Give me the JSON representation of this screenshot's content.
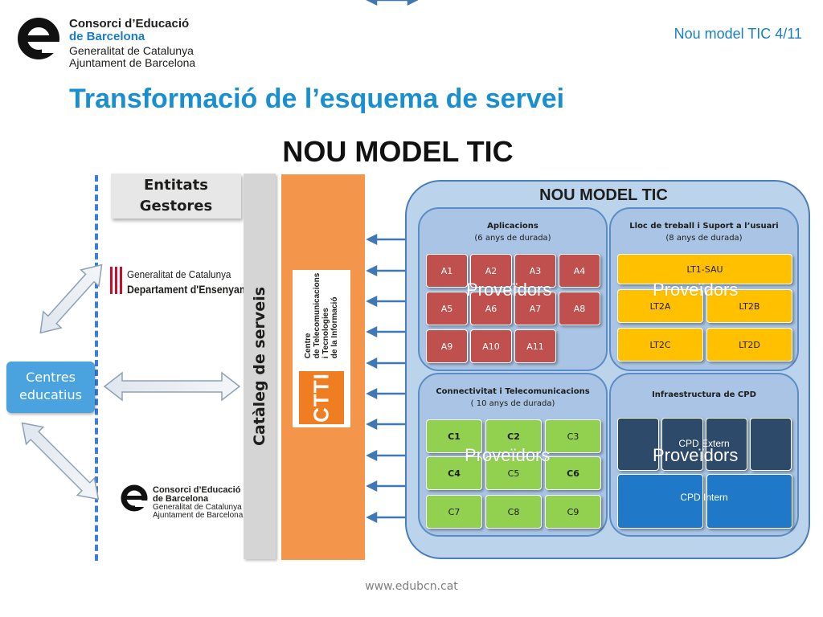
{
  "header": {
    "logo_lines": [
      "Consorci d’Educació",
      "de Barcelona",
      "Generalitat de Catalunya",
      "Ajuntament de Barcelona"
    ],
    "slide_number": "Nou model TIC 4/11",
    "title": "Transformació de l’esquema de servei",
    "subtitle": "NOU MODEL TIC"
  },
  "left": {
    "entitats_label": "Entitats\nGestores",
    "centres_label": "Centres\neducatius",
    "gencat_line1": "Generalitat de Catalunya",
    "gencat_line2": "Departament d'Ensenyament",
    "consorci_lines": [
      "Consorci d’Educació",
      "de Barcelona",
      "Generalitat de Catalunya",
      "Ajuntament de Barcelona"
    ]
  },
  "cataleg_label": "Catàleg de serveis",
  "ctti": {
    "text_lines": [
      "Centre",
      "de Telecomunicacions",
      "i Tecnologies",
      "de la Informació"
    ],
    "logo_text": "CTTI"
  },
  "nou_model": {
    "title": "NOU MODEL TIC",
    "aplicacions": {
      "title": "Aplicacions",
      "subtitle": "(6 anys de durada)",
      "tiles": [
        "A1",
        "A2",
        "A3",
        "A4",
        "A5",
        "A6",
        "A7",
        "A8",
        "A9",
        "A10",
        "A11"
      ],
      "overlay": "Proveïdors"
    },
    "lloc_treball": {
      "title": "Lloc de treball i Suport a l’usuari",
      "subtitle": "(8 anys de durada)",
      "tiles": [
        "LT1-SAU",
        "LT2A",
        "LT2B",
        "LT2C",
        "LT2D"
      ],
      "overlay": "Proveïdors"
    },
    "connectivitat": {
      "title": "Connectivitat i Telecomunicacions",
      "subtitle": "( 10 anys de durada)",
      "tiles": [
        "C1",
        "C2",
        "C3",
        "C4",
        "C5",
        "C6",
        "C7",
        "C8",
        "C9"
      ],
      "overlay": "Proveïdors"
    },
    "infraestructura": {
      "title": "Infraestructura de CPD",
      "cpd_extern": "CPD Extern",
      "cpd_intern": "CPD Intern",
      "overlay": "Proveïdors"
    }
  },
  "footer": "www.edubcn.cat",
  "colors": {
    "brand_blue": "#1a8fd0",
    "orange": "#f3954b",
    "red_tile": "#c0504d",
    "yellow_tile": "#ffc000",
    "green_tile": "#92d050",
    "navy_tile": "#2e4a6b"
  }
}
